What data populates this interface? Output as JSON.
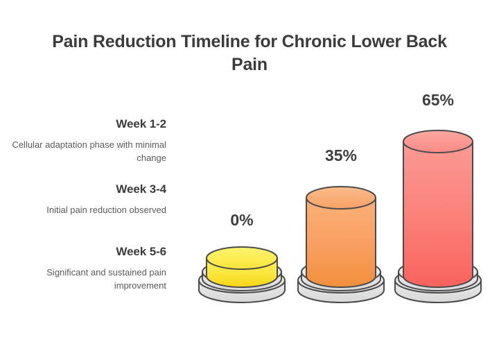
{
  "title": "Pain Reduction Timeline for Chronic Lower Back Pain",
  "background": "#ffffff",
  "legend": {
    "items": [
      {
        "heading": "Week 1-2",
        "description": "Cellular adaptation phase with minimal change"
      },
      {
        "heading": "Week 3-4",
        "description": "Initial pain reduction observed"
      },
      {
        "heading": "Week 5-6",
        "description": "Significant and sustained pain improvement"
      }
    ]
  },
  "chart_data": {
    "type": "bar",
    "title": "Pain Reduction Timeline for Chronic Lower Back Pain",
    "xlabel": "",
    "ylabel": "",
    "ylim": [
      0,
      70
    ],
    "grid": false,
    "legend_position": "left",
    "categories": [
      "Week 1-2",
      "Week 3-4",
      "Week 5-6"
    ],
    "values": [
      0,
      35,
      65
    ],
    "value_labels": [
      "0%",
      "35%",
      "65%"
    ],
    "annotations": [
      "Cellular adaptation phase with minimal change",
      "Initial pain reduction observed",
      "Significant and sustained pain improvement"
    ],
    "series_colors": [
      "#FBE73A",
      "#F89B4E",
      "#F96F68"
    ],
    "style": "3d-cylinder"
  },
  "cylinders": [
    {
      "label": "0%",
      "color_top": "#FCEF57",
      "color_mid": "#FBE63C",
      "color_bottom": "#F5D516",
      "stroke": "#4a4a4a"
    },
    {
      "label": "35%",
      "color_top": "#FAB176",
      "color_mid": "#F99E55",
      "color_bottom": "#F2903F",
      "stroke": "#4a4a4a"
    },
    {
      "label": "65%",
      "color_top": "#FA9B95",
      "color_mid": "#FB7F76",
      "color_bottom": "#F9625C",
      "stroke": "#4a4a4a"
    }
  ],
  "base": {
    "color_light": "#EDEDED",
    "color_mid": "#E2E2E2",
    "color_dark": "#D6D6D6",
    "stroke": "#4a4a4a"
  }
}
